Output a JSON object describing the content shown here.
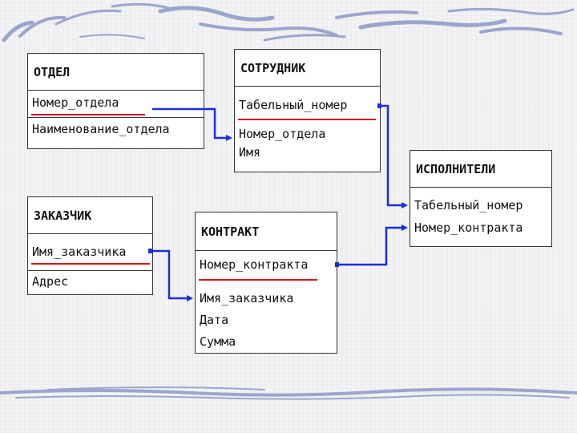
{
  "entities": {
    "otdel": {
      "name": "ОТДЕЛ",
      "keys": [
        "Номер_отдела"
      ],
      "attrs": [
        "Наименование_отдела"
      ]
    },
    "sotrudnik": {
      "name": "СОТРУДНИК",
      "keys": [
        "Табельный_номер"
      ],
      "attrs": [
        "Номер_отдела",
        "Имя"
      ]
    },
    "ispolniteli": {
      "name": "ИСПОЛНИТЕЛИ",
      "keys": [
        "Табельный_номер",
        "Номер_контракта"
      ],
      "attrs": []
    },
    "zakazchik": {
      "name": "ЗАКАЗЧИК",
      "keys": [
        "Имя_заказчика"
      ],
      "attrs": [
        "Адрес"
      ]
    },
    "kontrakt": {
      "name": "КОНТРАКТ",
      "keys": [
        "Номер_контракта"
      ],
      "attrs": [
        "Имя_заказчика",
        "Дата",
        "Сумма"
      ]
    }
  },
  "colors": {
    "arrow": "#1a2fd8",
    "key_underline": "#d01818",
    "decoration": "#9aa6cc"
  }
}
